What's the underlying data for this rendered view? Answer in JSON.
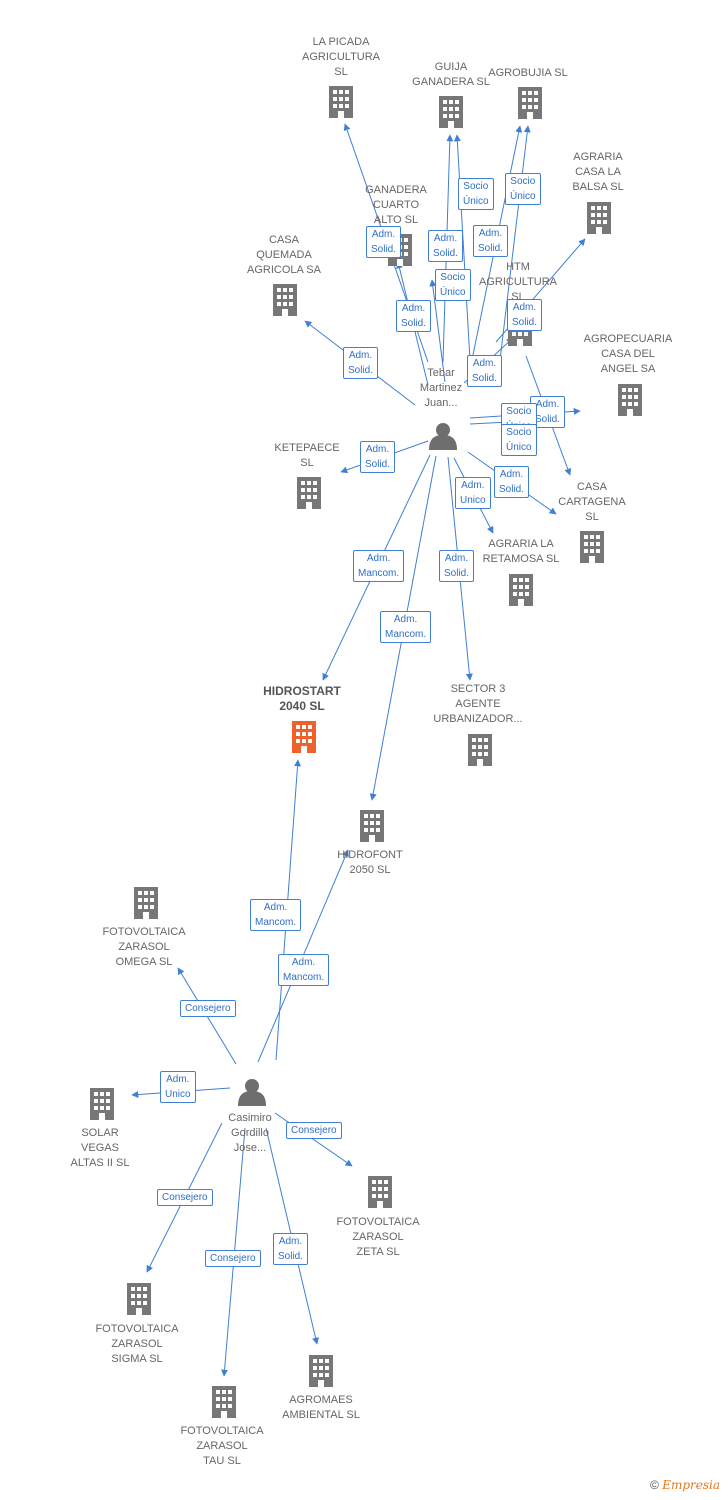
{
  "colors": {
    "edge": "#3f7fd4",
    "building": "#777777",
    "focus_building": "#f0602a",
    "person": "#6e6e6e"
  },
  "footer": {
    "copyright": "©",
    "brand": "Empresia"
  },
  "nodes": [
    {
      "id": "picada",
      "type": "company",
      "label": "LA PICADA\nAGRICULTURA\nSL"
    },
    {
      "id": "guija",
      "type": "company",
      "label": "GUIJA\nGANADERA SL"
    },
    {
      "id": "agrobujia",
      "type": "company",
      "label": "AGROBUJIA SL"
    },
    {
      "id": "balsa",
      "type": "company",
      "label": "AGRARIA\nCASA LA\nBALSA SL"
    },
    {
      "id": "cuarto",
      "type": "company",
      "label": "GANADERA\nCUARTO\nALTO SL"
    },
    {
      "id": "htm",
      "type": "company",
      "label": "HTM\nAGRICULTURA\nSL"
    },
    {
      "id": "quemada",
      "type": "company",
      "label": "CASA\nQUEMADA\nAGRICOLA SA"
    },
    {
      "id": "agropecuaria",
      "type": "company",
      "label": "AGROPECUARIA\nCASA DEL\nANGEL SA"
    },
    {
      "id": "ketepaece",
      "type": "company",
      "label": "KETEPAECE\nSL"
    },
    {
      "id": "cartagena",
      "type": "company",
      "label": "CASA\nCARTAGENA\nSL"
    },
    {
      "id": "retamosa",
      "type": "company",
      "label": "AGRARIA LA\nRETAMOSA SL"
    },
    {
      "id": "hidrostart",
      "type": "company",
      "label": "HIDROSTART\n2040 SL",
      "focus": true
    },
    {
      "id": "sector3",
      "type": "company",
      "label": "SECTOR 3\nAGENTE\nURBANIZADOR..."
    },
    {
      "id": "hidrofont",
      "type": "company",
      "label": "HIDROFONT\n2050 SL"
    },
    {
      "id": "omega",
      "type": "company",
      "label": "FOTOVOLTAICA\nZARASOL\nOMEGA SL"
    },
    {
      "id": "solar",
      "type": "company",
      "label": "SOLAR\nVEGAS\nALTAS II SL"
    },
    {
      "id": "zeta",
      "type": "company",
      "label": "FOTOVOLTAICA\nZARASOL\nZETA SL"
    },
    {
      "id": "sigma",
      "type": "company",
      "label": "FOTOVOLTAICA\nZARASOL\nSIGMA SL"
    },
    {
      "id": "agromaes",
      "type": "company",
      "label": "AGROMAES\nAMBIENTAL SL"
    },
    {
      "id": "tau",
      "type": "company",
      "label": "FOTOVOLTAICA\nZARASOL\nTAU SL"
    },
    {
      "id": "tebar",
      "type": "person",
      "label": "Tebar\nMartinez\nJuan..."
    },
    {
      "id": "casimiro",
      "type": "person",
      "label": "Casimiro\nGordillo\nJose..."
    }
  ],
  "edges": [
    {
      "from": "tebar",
      "to": "picada",
      "label": "Adm.\nSolid."
    },
    {
      "from": "tebar",
      "to": "guija",
      "label": "Adm.\nSolid."
    },
    {
      "from": "tebar",
      "to": "guija",
      "label": "Socio\nÚnico"
    },
    {
      "from": "tebar",
      "to": "agrobujia",
      "label": "Adm.\nSolid."
    },
    {
      "from": "tebar",
      "to": "agrobujia",
      "label": "Socio\nÚnico"
    },
    {
      "from": "tebar",
      "to": "cuarto",
      "label": "Adm.\nSolid."
    },
    {
      "from": "tebar",
      "to": "cuarto",
      "label": "Socio\nÚnico"
    },
    {
      "from": "tebar",
      "to": "balsa",
      "label": "Adm.\nSolid."
    },
    {
      "from": "tebar",
      "to": "htm",
      "label": "Adm.\nSolid."
    },
    {
      "from": "tebar",
      "to": "quemada",
      "label": "Adm.\nSolid."
    },
    {
      "from": "tebar",
      "to": "agropecuaria",
      "label": "Adm.\nSolid."
    },
    {
      "from": "tebar",
      "to": "agropecuaria",
      "label": "Socio\nÚnico"
    },
    {
      "from": "tebar",
      "to": "cartagena",
      "label": "Socio\nÚnico"
    },
    {
      "from": "tebar",
      "to": "cartagena",
      "label": "Adm.\nSolid."
    },
    {
      "from": "tebar",
      "to": "ketepaece",
      "label": "Adm.\nSolid."
    },
    {
      "from": "tebar",
      "to": "retamosa",
      "label": "Adm.\nUnico"
    },
    {
      "from": "tebar",
      "to": "hidrostart",
      "label": "Adm.\nMancom."
    },
    {
      "from": "tebar",
      "to": "hidrofont",
      "label": "Adm.\nMancom."
    },
    {
      "from": "tebar",
      "to": "sector3",
      "label": "Adm.\nSolid."
    },
    {
      "from": "casimiro",
      "to": "hidrostart",
      "label": "Adm.\nMancom."
    },
    {
      "from": "casimiro",
      "to": "hidrofont",
      "label": "Adm.\nMancom."
    },
    {
      "from": "casimiro",
      "to": "omega",
      "label": "Consejero"
    },
    {
      "from": "casimiro",
      "to": "solar",
      "label": "Adm.\nUnico"
    },
    {
      "from": "casimiro",
      "to": "zeta",
      "label": "Consejero"
    },
    {
      "from": "casimiro",
      "to": "sigma",
      "label": "Consejero"
    },
    {
      "from": "casimiro",
      "to": "tau",
      "label": "Consejero"
    },
    {
      "from": "casimiro",
      "to": "agromaes",
      "label": "Adm.\nSolid."
    }
  ]
}
